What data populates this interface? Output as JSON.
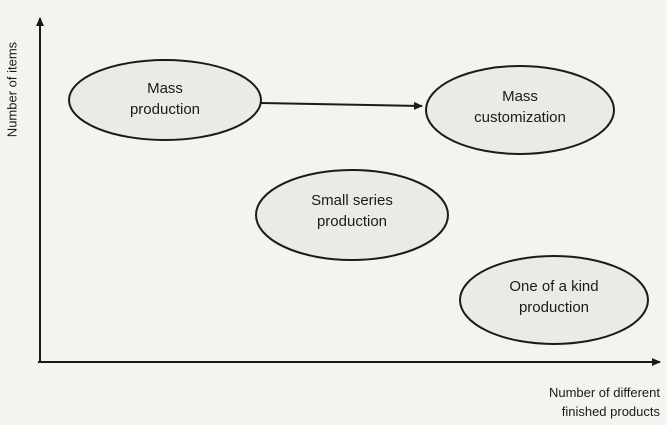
{
  "axes": {
    "y_label": "Number of items",
    "x_label_line1": "Number of different",
    "x_label_line2": "finished products"
  },
  "nodes": {
    "mass_production": {
      "line1": "Mass",
      "line2": "production"
    },
    "mass_customization": {
      "line1": "Mass",
      "line2": "customization"
    },
    "small_series": {
      "line1": "Small series",
      "line2": "production"
    },
    "one_of_a_kind": {
      "line1": "One of a kind",
      "line2": "production"
    }
  },
  "colors": {
    "ink": "#1a1a1a",
    "ellipse_fill": "#ebebe6",
    "background": "#f4f3ef"
  }
}
